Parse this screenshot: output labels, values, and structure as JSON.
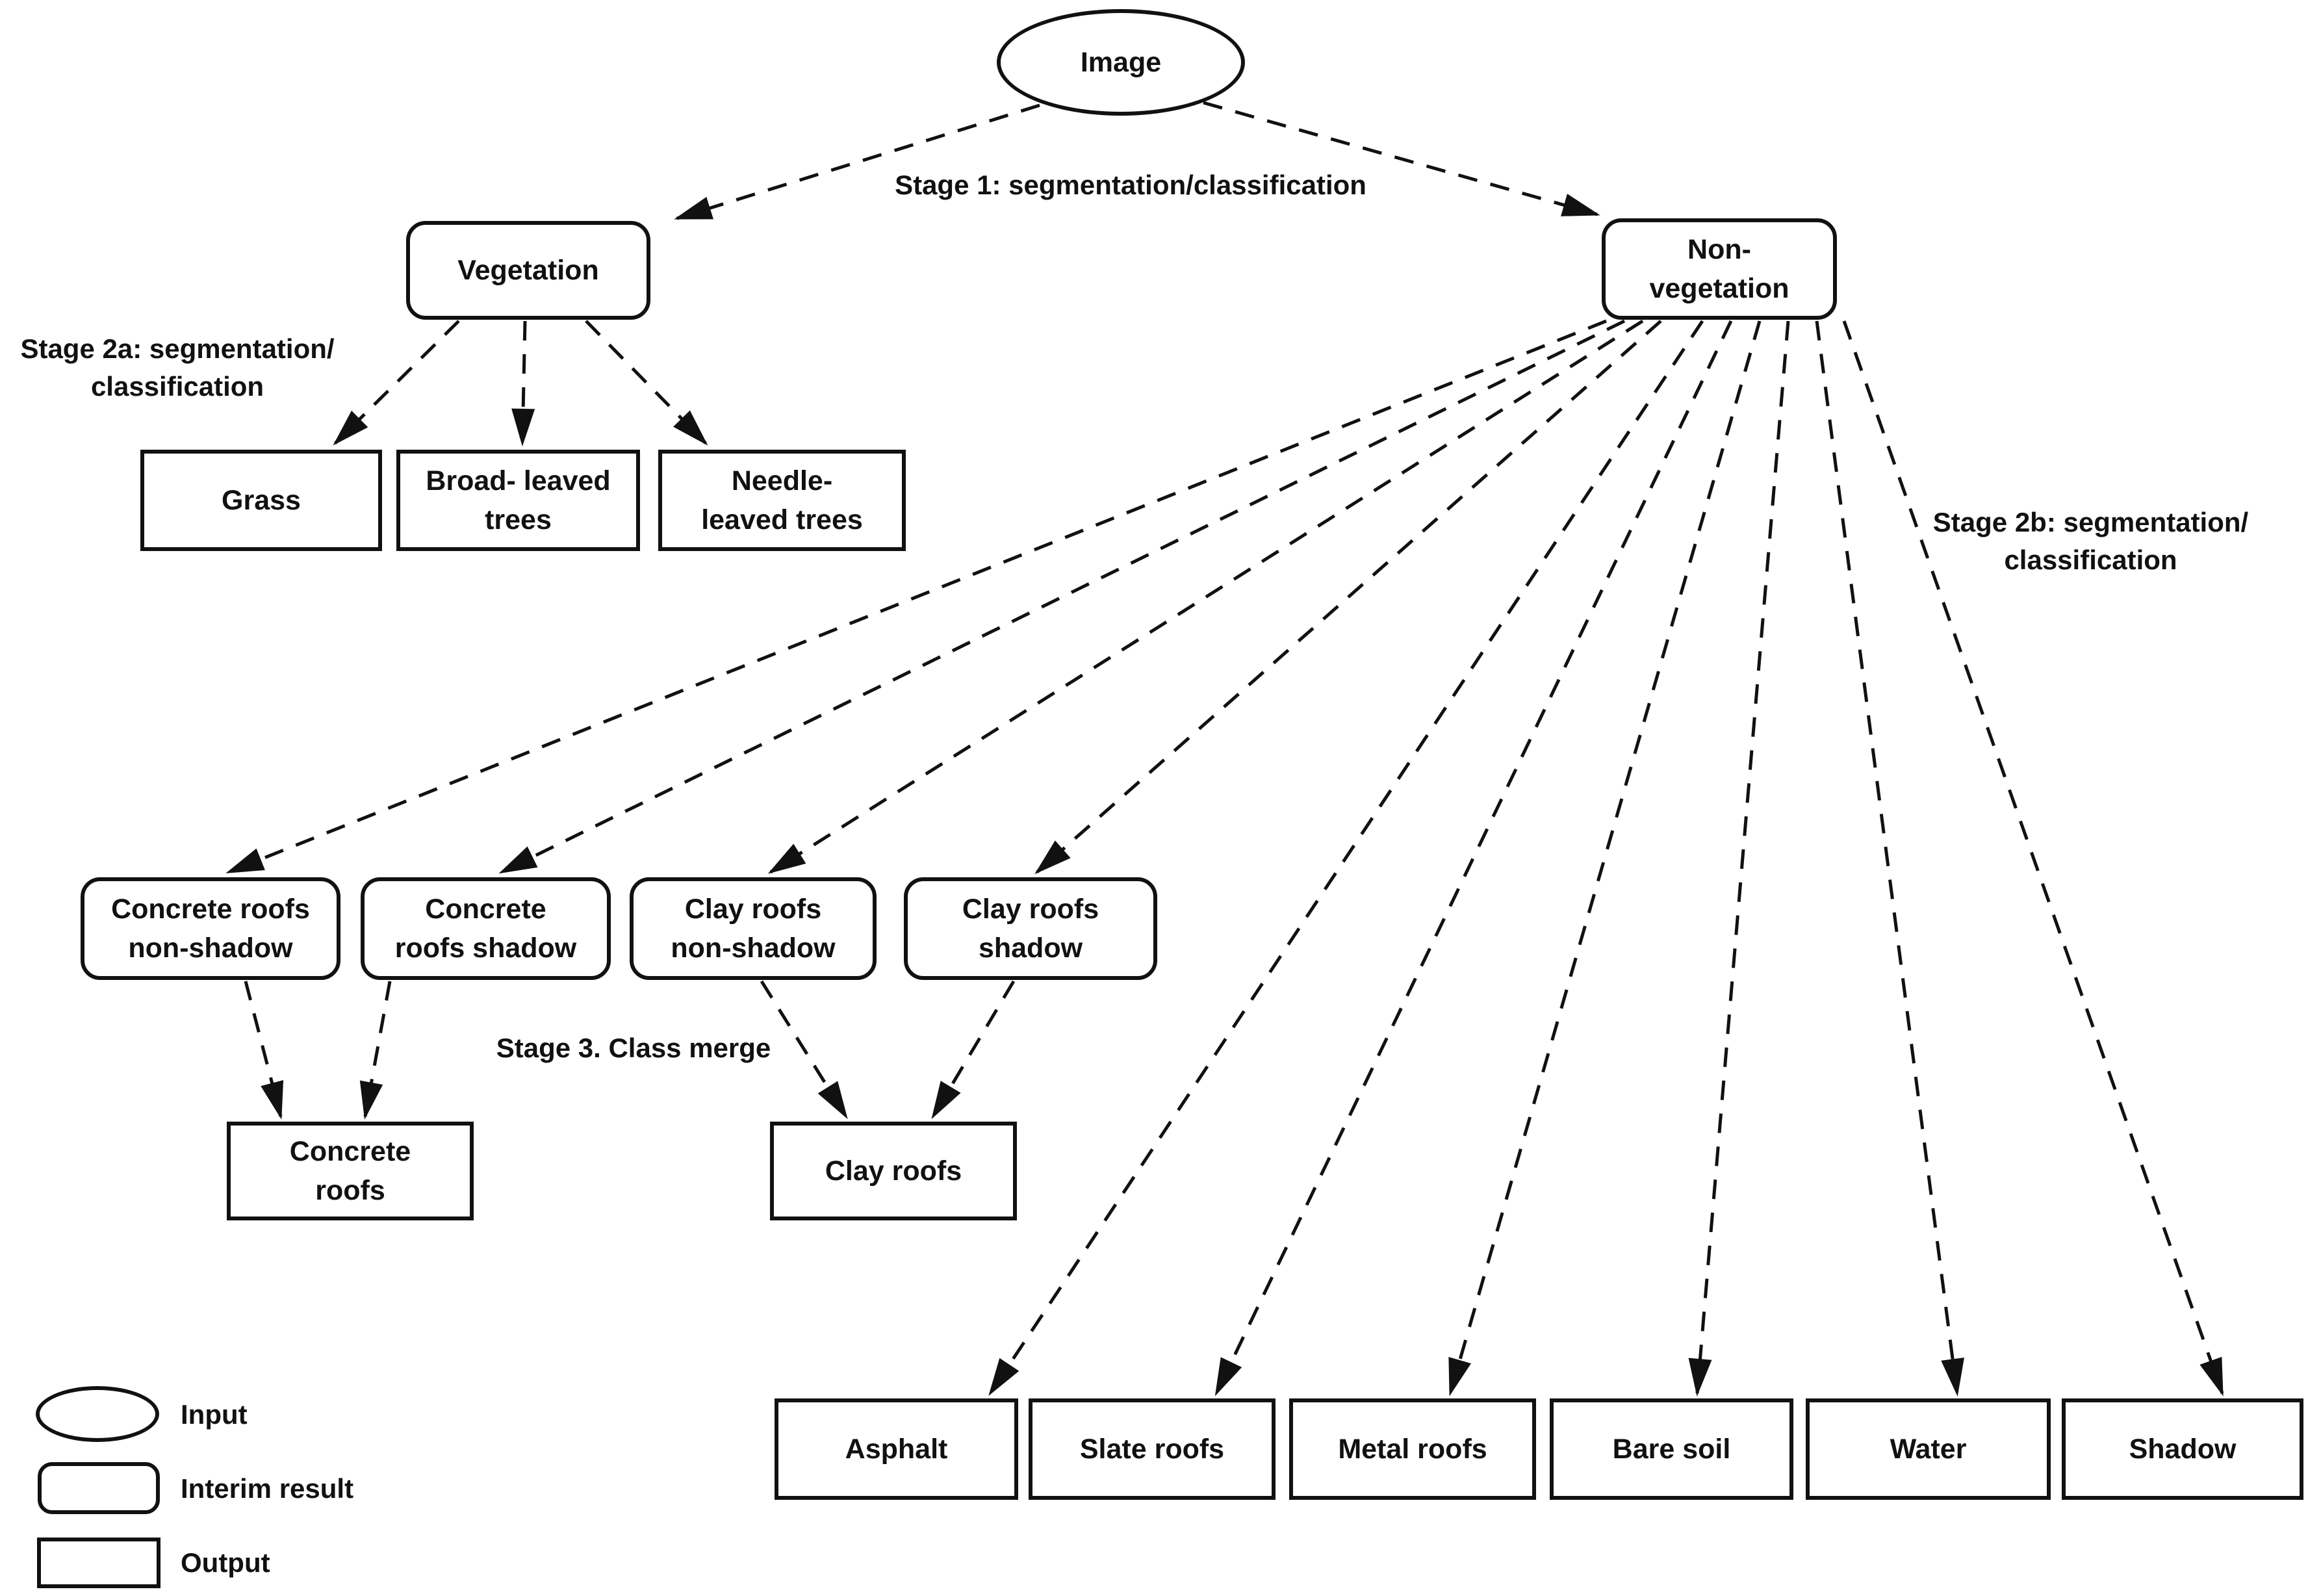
{
  "diagram_type": "flowchart",
  "nodes": {
    "image": "Image",
    "vegetation": "Vegetation",
    "non_vegetation": [
      "Non-",
      "vegetation"
    ],
    "grass": "Grass",
    "broad_leaved_trees": [
      "Broad- leaved",
      "trees"
    ],
    "needle_leaved_trees": [
      "Needle-",
      "leaved trees"
    ],
    "concrete_roofs_non_shadow": [
      "Concrete roofs",
      "non-shadow"
    ],
    "concrete_roofs_shadow": [
      "Concrete",
      "roofs shadow"
    ],
    "clay_roofs_non_shadow": [
      "Clay roofs",
      "non-shadow"
    ],
    "clay_roofs_shadow": [
      "Clay roofs",
      "shadow"
    ],
    "concrete_roofs_merged": [
      "Concrete",
      "roofs"
    ],
    "clay_roofs_merged": "Clay roofs",
    "asphalt": "Asphalt",
    "slate_roofs": "Slate roofs",
    "metal_roofs": "Metal roofs",
    "bare_soil": "Bare soil",
    "water": "Water",
    "shadow": "Shadow"
  },
  "stages": {
    "stage1": "Stage 1: segmentation/classification",
    "stage2a": [
      "Stage 2a: segmentation/",
      "classification"
    ],
    "stage2b": [
      "Stage 2b: segmentation/",
      "classification"
    ],
    "stage3": "Stage 3. Class merge"
  },
  "legend": {
    "items": [
      {
        "shape": "ellipse",
        "label": "Input"
      },
      {
        "shape": "rounded-rect",
        "label": "Interim result"
      },
      {
        "shape": "rect",
        "label": "Output"
      }
    ]
  },
  "colors": {
    "ink": "#111111",
    "background": "#ffffff"
  }
}
